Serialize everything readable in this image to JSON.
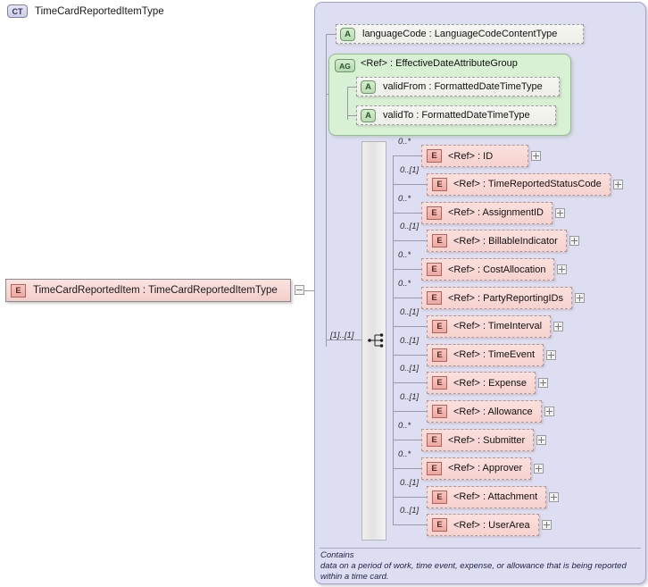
{
  "root_element": {
    "badge": "E",
    "label": "TimeCardReportedItem  :  TimeCardReportedItemType",
    "toggle": "minus"
  },
  "complex_type": {
    "badge": "CT",
    "title": "TimeCardReportedItemType"
  },
  "attributes": [
    {
      "badge": "A",
      "label": "languageCode  :  LanguageCodeContentType"
    }
  ],
  "attribute_group": {
    "badge": "AG",
    "title": "<Ref>      :  EffectiveDateAttributeGroup",
    "attributes": [
      {
        "badge": "A",
        "label": "validFrom  :  FormattedDateTimeType"
      },
      {
        "badge": "A",
        "label": "validTo    :  FormattedDateTimeType"
      }
    ]
  },
  "sequence": {
    "cardinality": "[1]..[1]",
    "icon": "sequence-icon",
    "elements": [
      {
        "badge": "E",
        "cardinality": "0..*",
        "ref": "<Ref>",
        "label": "<Ref>        :  ID",
        "indent": 0
      },
      {
        "badge": "E",
        "cardinality": "0..[1]",
        "ref": "<Ref>",
        "label": "<Ref>        :  TimeReportedStatusCode",
        "indent": 1
      },
      {
        "badge": "E",
        "cardinality": "0..*",
        "ref": "<Ref>",
        "label": "<Ref>        :  AssignmentID",
        "indent": 0
      },
      {
        "badge": "E",
        "cardinality": "0..[1]",
        "ref": "<Ref>",
        "label": "<Ref>        :  BillableIndicator",
        "indent": 1
      },
      {
        "badge": "E",
        "cardinality": "0..*",
        "ref": "<Ref>",
        "label": "<Ref>        :  CostAllocation",
        "indent": 0
      },
      {
        "badge": "E",
        "cardinality": "0..*",
        "ref": "<Ref>",
        "label": "<Ref>        :  PartyReportingIDs",
        "indent": 0
      },
      {
        "badge": "E",
        "cardinality": "0..[1]",
        "ref": "<Ref>",
        "label": "<Ref>        :  TimeInterval",
        "indent": 1
      },
      {
        "badge": "E",
        "cardinality": "0..[1]",
        "ref": "<Ref>",
        "label": "<Ref>        :  TimeEvent",
        "indent": 1
      },
      {
        "badge": "E",
        "cardinality": "0..[1]",
        "ref": "<Ref>",
        "label": "<Ref>        :  Expense",
        "indent": 1
      },
      {
        "badge": "E",
        "cardinality": "0..[1]",
        "ref": "<Ref>",
        "label": "<Ref>        :  Allowance",
        "indent": 1
      },
      {
        "badge": "E",
        "cardinality": "0..*",
        "ref": "<Ref>",
        "label": "<Ref>        :  Submitter",
        "indent": 0
      },
      {
        "badge": "E",
        "cardinality": "0..*",
        "ref": "<Ref>",
        "label": "<Ref>        :  Approver",
        "indent": 0
      },
      {
        "badge": "E",
        "cardinality": "0..[1]",
        "ref": "<Ref>",
        "label": "<Ref>        :  Attachment",
        "indent": 1
      },
      {
        "badge": "E",
        "cardinality": "0..[1]",
        "ref": "<Ref>",
        "label": "<Ref>        :  UserArea",
        "indent": 1
      }
    ]
  },
  "annotation": {
    "heading": "Contains",
    "body": "data on a period of work, time event, expense, or allowance that is being reported within a time card."
  },
  "colors": {
    "panel_bg": "#dedef2",
    "element_bg": "#f8d8d4",
    "attribute_bg": "#f4f4ee",
    "attrgroup_bg": "#d8f0d4"
  }
}
